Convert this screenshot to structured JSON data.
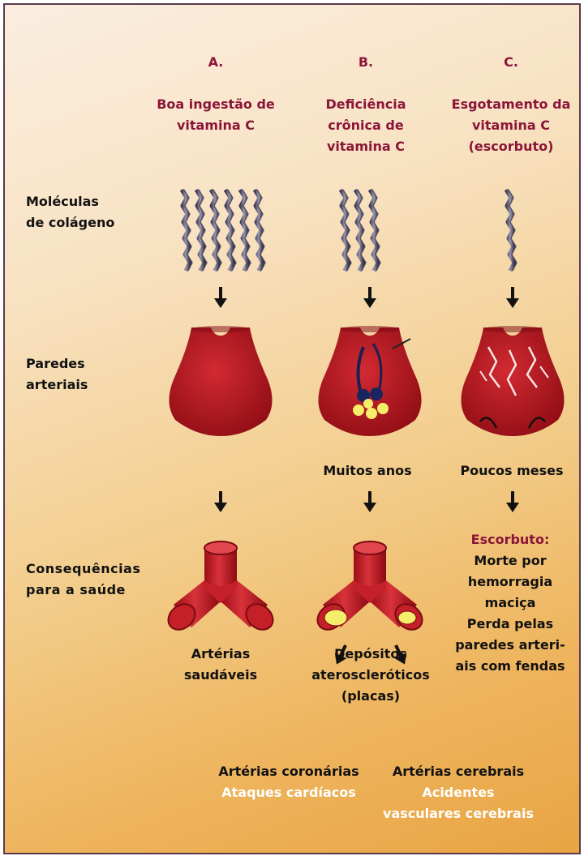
{
  "columns": [
    {
      "letter": "A.",
      "title": "Boa ingestão de\nvitamina C"
    },
    {
      "letter": "B.",
      "title": "Deficiência\ncrônica de\nvitamina C"
    },
    {
      "letter": "C.",
      "title": "Esgotamento da\nvitamina C\n(escorbuto)"
    }
  ],
  "rows": {
    "collagen": "Moléculas\nde colágeno",
    "walls": "Paredes\narteriais",
    "consequences": "Consequências\npara a saúde"
  },
  "timeline": {
    "b": "Muitos anos",
    "c": "Poucos meses"
  },
  "outcomes": {
    "a": "Artérias\nsaudáveis",
    "b": "Depósitos\nateroscleróticos\n(placas)",
    "c_title": "Escorbuto:",
    "c_body": "Morte por\nhemorragia\nmaciça\nPerda pelas\nparedes arteri-\nais com fendas"
  },
  "branches": {
    "left_title": "Artérias coronárias",
    "left_sub": "Ataques cardíacos",
    "right_title": "Artérias cerebrais",
    "right_sub": "Acidentes\nvasculares cerebrais"
  },
  "colors": {
    "maroon": "#8a1538",
    "artery": "#b8141c",
    "plaque": "#f4ee6a"
  }
}
